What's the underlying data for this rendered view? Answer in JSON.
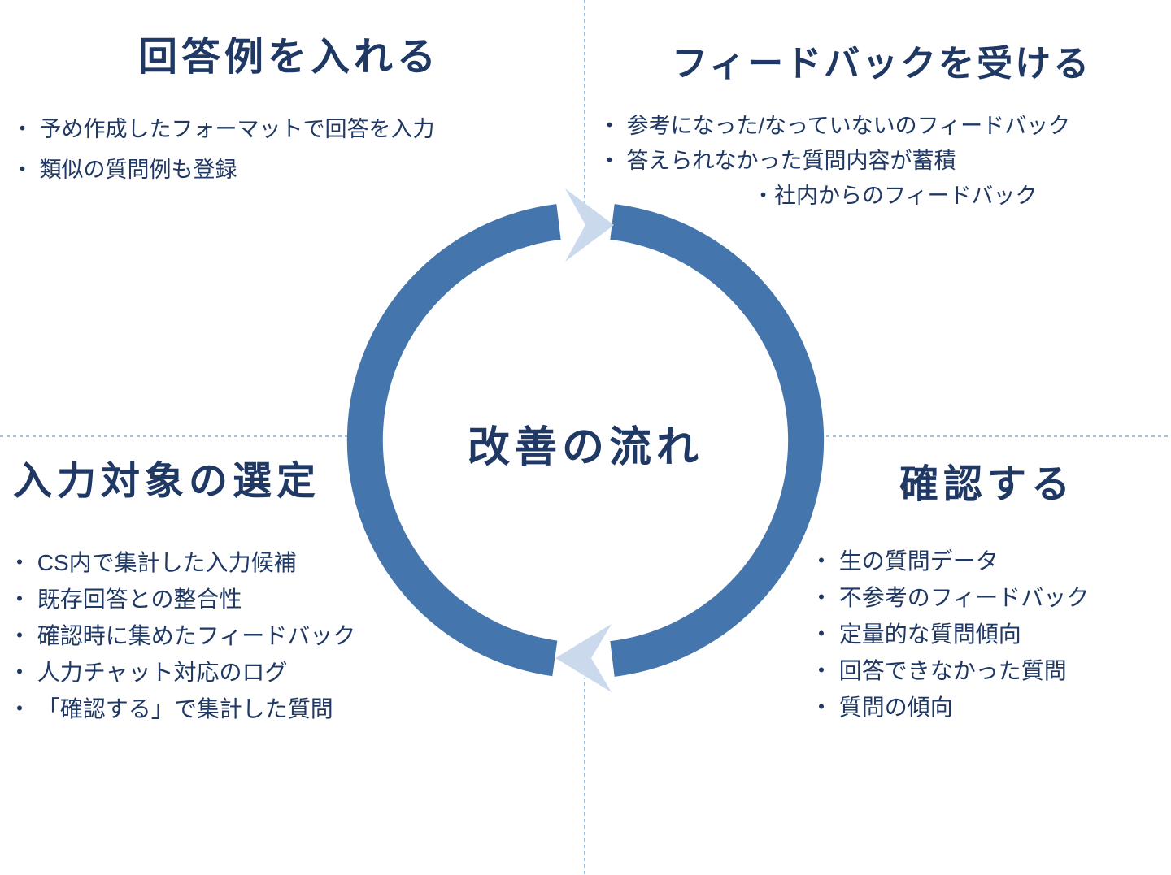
{
  "colors": {
    "text": "#1F3864",
    "ring": "#4575AD",
    "chevron": "#CBD9EC",
    "divider": "#9CC3E5"
  },
  "center": {
    "label": "改善の流れ"
  },
  "quadrants": {
    "top_left": {
      "title": "回答例を入れる",
      "items": [
        "・ 予め作成したフォーマットで回答を入力",
        "・ 類似の質問例も登録"
      ]
    },
    "top_right": {
      "title": "フィードバックを受ける",
      "items": [
        "・ 参考になった/なっていないのフィードバック",
        "・ 答えられなかった質問内容が蓄積",
        "　　　　　　　・社内からのフィードバック"
      ]
    },
    "bottom_left": {
      "title": "入力対象の選定",
      "items": [
        "・ CS内で集計した入力候補",
        "・ 既存回答との整合性",
        "・ 確認時に集めたフィードバック",
        "・ 人力チャット対応のログ",
        "・ 「確認する」で集計した質問"
      ]
    },
    "bottom_right": {
      "title": "確認する",
      "items": [
        "・ 生の質問データ",
        "・ 不参考のフィードバック",
        "・ 定量的な質問傾向",
        "・ 回答できなかった質問",
        "・ 質問の傾向"
      ]
    }
  }
}
